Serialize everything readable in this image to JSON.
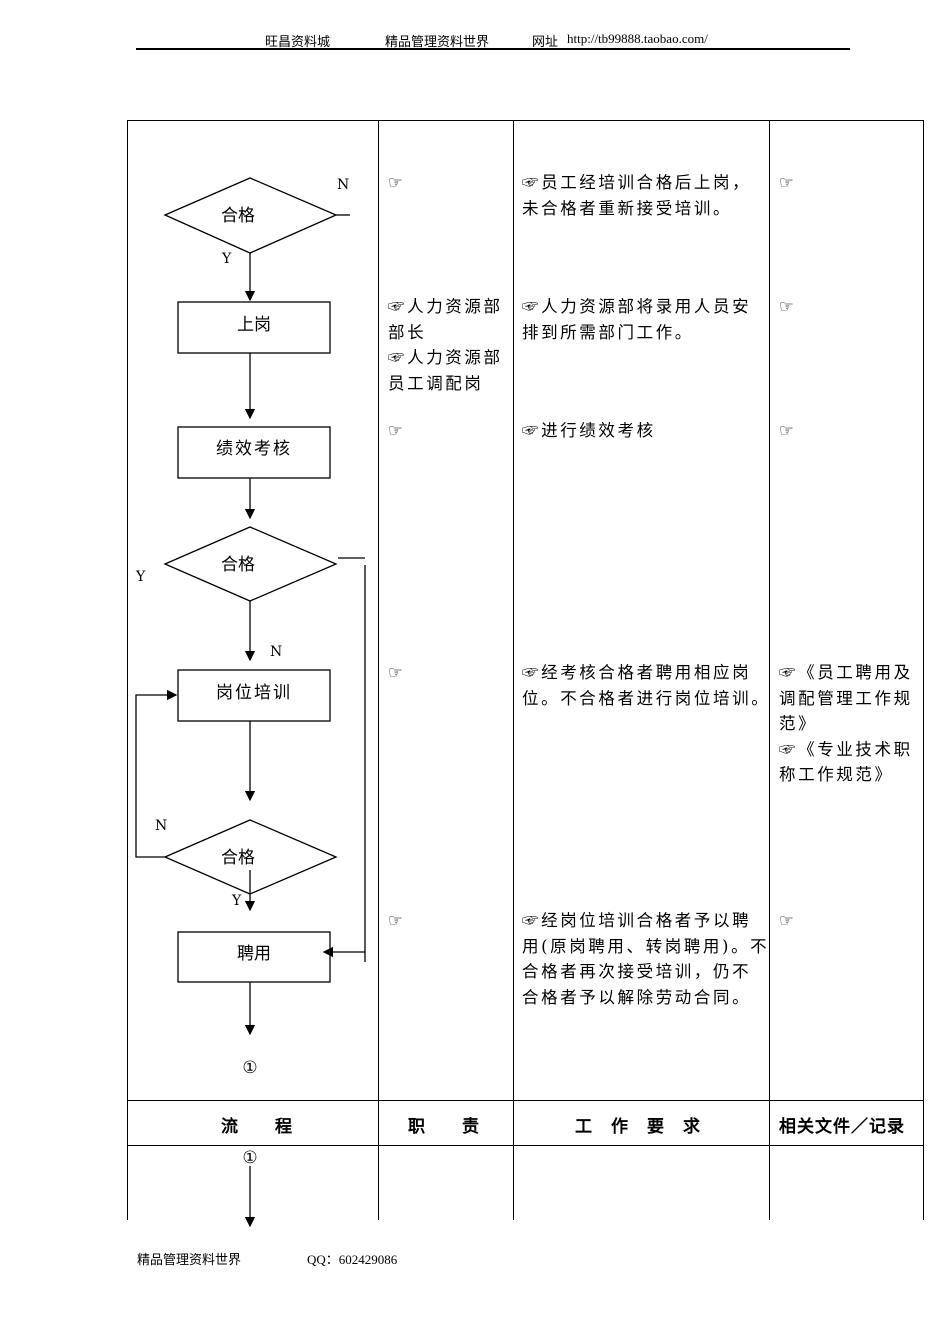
{
  "header": {
    "site": "旺昌资料城",
    "slogan": "精品管理资料世界",
    "url_label": "网址",
    "url": "http://tb99888.taobao.com/"
  },
  "flow": {
    "decision1": "合格",
    "d1_no": "N",
    "d1_yes": "Y",
    "step_onboard": "上岗",
    "step_appraisal": "绩效考核",
    "decision2": "合格",
    "d2_yes": "Y",
    "d2_no": "N",
    "step_training": "岗位培训",
    "decision3": "合格",
    "d3_no": "N",
    "d3_yes": "Y",
    "step_hire": "聘用",
    "connector": "①",
    "connector_next": "①"
  },
  "rows": [
    {
      "duty": [
        "☞"
      ],
      "requirement": [
        "☞员工经培训合格后上岗，",
        "未合格者重新接受培训。"
      ],
      "docs": [
        "☞"
      ]
    },
    {
      "duty": [
        "☞人力资源部",
        "部长",
        "☞人力资源部",
        "员工调配岗"
      ],
      "requirement": [
        "☞人力资源部将录用人员安",
        "排到所需部门工作。"
      ],
      "docs": [
        "☞"
      ]
    },
    {
      "duty": [
        "☞"
      ],
      "requirement": [
        "☞进行绩效考核"
      ],
      "docs": [
        "☞"
      ]
    },
    {
      "duty": [
        "☞"
      ],
      "requirement": [
        "☞经考核合格者聘用相应岗",
        "位。不合格者进行岗位培训。"
      ],
      "docs": [
        "☞《员工聘用及",
        "调配管理工作规",
        "范》",
        "☞《专业技术职",
        "称工作规范》"
      ]
    },
    {
      "duty": [
        "☞"
      ],
      "requirement": [
        "☞经岗位培训合格者予以聘",
        "用(原岗聘用、转岗聘用)。不",
        "合格者再次接受培训，仍不",
        "合格者予以解除劳动合同。"
      ],
      "docs": [
        "☞"
      ]
    }
  ],
  "table_header": {
    "process": "流　　程",
    "duty": "职　　责",
    "requirement": "工　作　要　求",
    "docs": "相关文件／记录"
  },
  "footer": {
    "slogan": "精品管理资料世界",
    "qq": "QQ：602429086"
  }
}
